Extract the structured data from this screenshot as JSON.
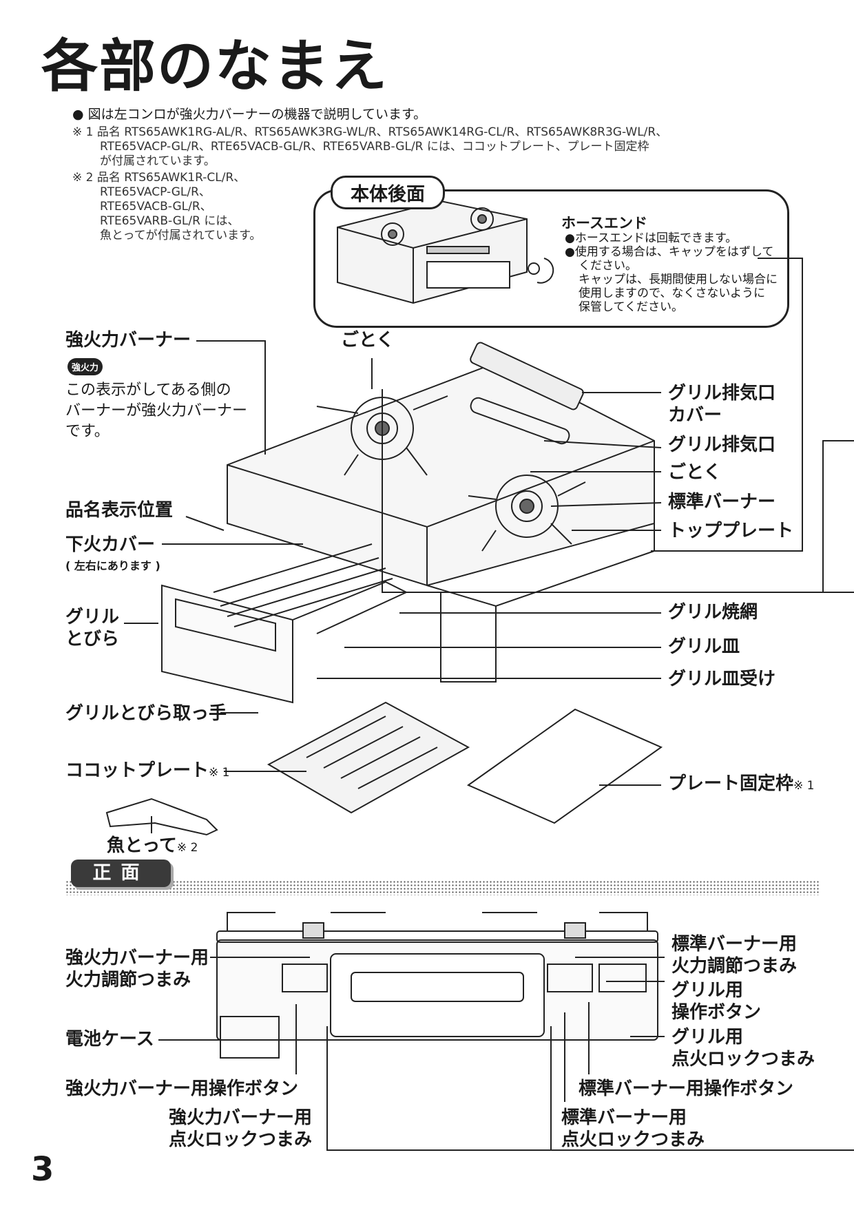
{
  "page": {
    "title": "各部のなまえ",
    "page_number": "3",
    "intro_bullet": "● 図は左コンロが強火力バーナーの機器で説明しています。",
    "note1_lines": [
      "※ 1 品名 RTS65AWK1RG-AL/R、RTS65AWK3RG-WL/R、RTS65AWK14RG-CL/R、RTS65AWK8R3G-WL/R、",
      "RTE65VACP-GL/R、RTE65VACB-GL/R、RTE65VARB-GL/R には、ココットプレート、プレート固定枠",
      "が付属されています。"
    ],
    "note2_lines": [
      "※ 2 品名 RTS65AWK1R-CL/R、",
      "RTE65VACP-GL/R、",
      "RTE65VACB-GL/R、",
      "RTE65VARB-GL/R には、",
      "魚とってが付属されています。"
    ]
  },
  "rear": {
    "tab_label": "本体後面",
    "hose_title": "ホースエンド",
    "hose_notes": [
      "●ホースエンドは回転できます。",
      "●使用する場合は、キャップをはずして",
      "ください。",
      "キャップは、長期間使用しない場合に",
      "使用しますので、なくさないように",
      "保管してください。"
    ]
  },
  "labels": {
    "strong_burner": "強火力バーナー",
    "strong_badge": "強火力",
    "strong_desc": [
      "この表示がしてある側の",
      "バーナーが強火力バーナー",
      "です。"
    ],
    "gotoku_top": "ごとく",
    "grill_vent_cover": [
      "グリル排気口",
      "カバー"
    ],
    "grill_vent": "グリル排気口",
    "gotoku_right": "ごとく",
    "std_burner": "標準バーナー",
    "top_plate": "トッププレート",
    "model_pos": "品名表示位置",
    "lower_cover": "下火カバー",
    "lower_cover_note": "( 左右にあります )",
    "grill_door": [
      "グリル",
      "とびら"
    ],
    "grill_net": "グリル焼網",
    "grill_dish": "グリル皿",
    "grill_dish_rcv": "グリル皿受け",
    "grill_handle": "グリルとびら取っ手",
    "cocotte": "ココットプレート",
    "cocotte_mark": "※ 1",
    "plate_frame": "プレート固定枠",
    "plate_frame_mark": "※ 1",
    "fish_tongs": "魚とって",
    "fish_mark": "※ 2"
  },
  "front": {
    "tab_label": "正面",
    "strong_knob": [
      "強火力バーナー用",
      "火力調節つまみ"
    ],
    "battery": "電池ケース",
    "strong_button": "強火力バーナー用操作ボタン",
    "strong_lock": [
      "強火力バーナー用",
      "点火ロックつまみ"
    ],
    "std_knob": [
      "標準バーナー用",
      "火力調節つまみ"
    ],
    "grill_button": [
      "グリル用",
      "操作ボタン"
    ],
    "grill_lock": [
      "グリル用",
      "点火ロックつまみ"
    ],
    "std_button": "標準バーナー用操作ボタン",
    "std_lock": [
      "標準バーナー用",
      "点火ロックつまみ"
    ]
  }
}
